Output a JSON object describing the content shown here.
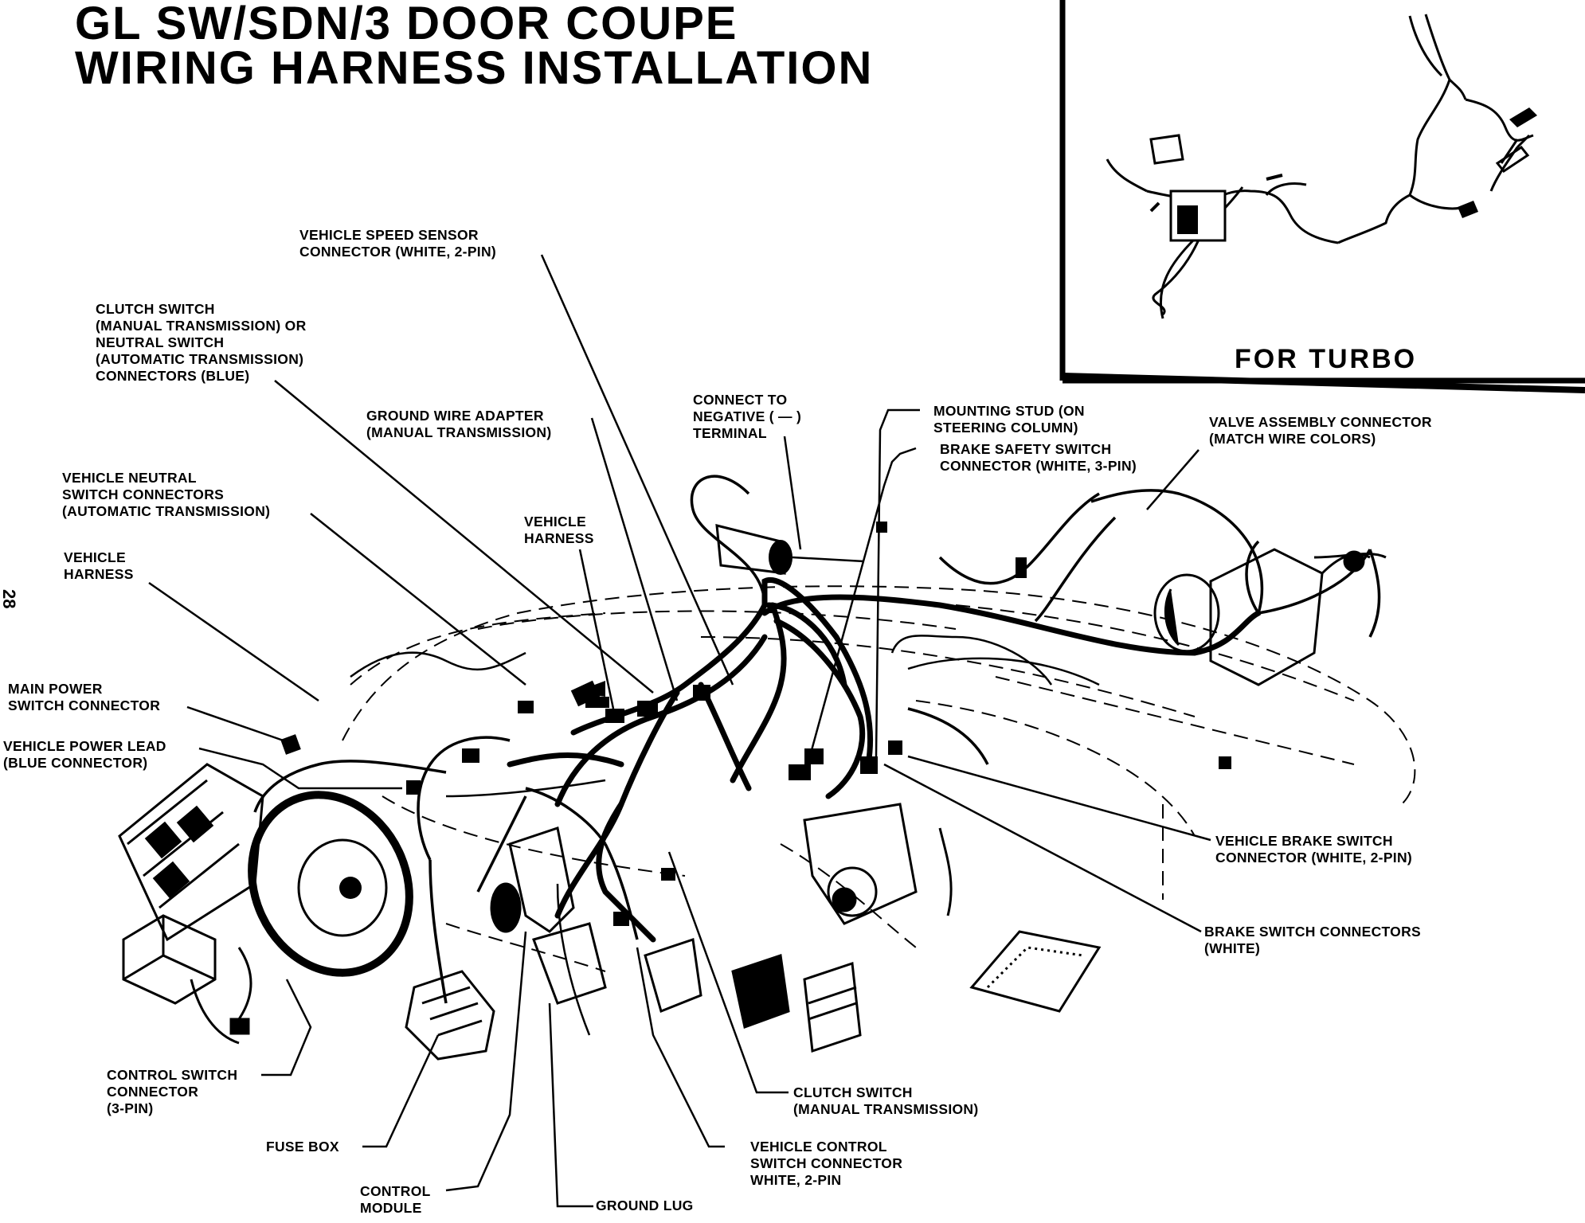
{
  "title": {
    "line1": "GL  SW/SDN/3  DOOR  COUPE",
    "line2": "WIRING HARNESS INSTALLATION"
  },
  "page_number": "28",
  "inset": {
    "label": "FOR  TURBO"
  },
  "callouts": [
    {
      "id": "speed-sensor",
      "lines": [
        "VEHICLE SPEED SENSOR",
        "CONNECTOR (WHITE, 2-PIN)"
      ]
    },
    {
      "id": "clutch-neutral",
      "lines": [
        "CLUTCH SWITCH",
        "(MANUAL TRANSMISSION) OR",
        "NEUTRAL SWITCH",
        "(AUTOMATIC TRANSMISSION)",
        "CONNECTORS (BLUE)"
      ]
    },
    {
      "id": "ground-adapter",
      "lines": [
        "GROUND WIRE ADAPTER",
        "(MANUAL TRANSMISSION)"
      ]
    },
    {
      "id": "connect-negative",
      "lines": [
        "CONNECT TO",
        "NEGATIVE ( — )",
        "TERMINAL"
      ]
    },
    {
      "id": "mounting-stud",
      "lines": [
        "MOUNTING STUD (ON",
        "STEERING COLUMN)"
      ]
    },
    {
      "id": "brake-safety",
      "lines": [
        "BRAKE SAFETY SWITCH",
        "CONNECTOR (WHITE, 3-PIN)"
      ]
    },
    {
      "id": "valve-assembly",
      "lines": [
        "VALVE ASSEMBLY CONNECTOR",
        "(MATCH WIRE COLORS)"
      ]
    },
    {
      "id": "neutral-switch",
      "lines": [
        "VEHICLE NEUTRAL",
        "SWITCH CONNECTORS",
        "(AUTOMATIC TRANSMISSION)"
      ]
    },
    {
      "id": "vehicle-harness-center",
      "lines": [
        "VEHICLE",
        "HARNESS"
      ]
    },
    {
      "id": "vehicle-harness-left",
      "lines": [
        "VEHICLE",
        "HARNESS"
      ]
    },
    {
      "id": "main-power",
      "lines": [
        "MAIN POWER",
        "SWITCH CONNECTOR"
      ]
    },
    {
      "id": "power-lead",
      "lines": [
        "VEHICLE POWER LEAD",
        "(BLUE CONNECTOR)"
      ]
    },
    {
      "id": "brake-switch-2pin",
      "lines": [
        "VEHICLE BRAKE SWITCH",
        "CONNECTOR (WHITE, 2-PIN)"
      ]
    },
    {
      "id": "brake-switch-connectors",
      "lines": [
        "BRAKE SWITCH CONNECTORS",
        "(WHITE)"
      ]
    },
    {
      "id": "control-switch",
      "lines": [
        "CONTROL SWITCH",
        "CONNECTOR",
        "(3-PIN)"
      ]
    },
    {
      "id": "fuse-box",
      "lines": [
        "FUSE BOX"
      ]
    },
    {
      "id": "control-module",
      "lines": [
        "CONTROL",
        "MODULE"
      ]
    },
    {
      "id": "ground-lug",
      "lines": [
        "GROUND LUG"
      ]
    },
    {
      "id": "vehicle-control-switch",
      "lines": [
        "VEHICLE CONTROL",
        "SWITCH CONNECTOR",
        "WHITE, 2-PIN"
      ]
    },
    {
      "id": "clutch-switch-manual",
      "lines": [
        "CLUTCH SWITCH",
        "(MANUAL TRANSMISSION)"
      ]
    }
  ]
}
